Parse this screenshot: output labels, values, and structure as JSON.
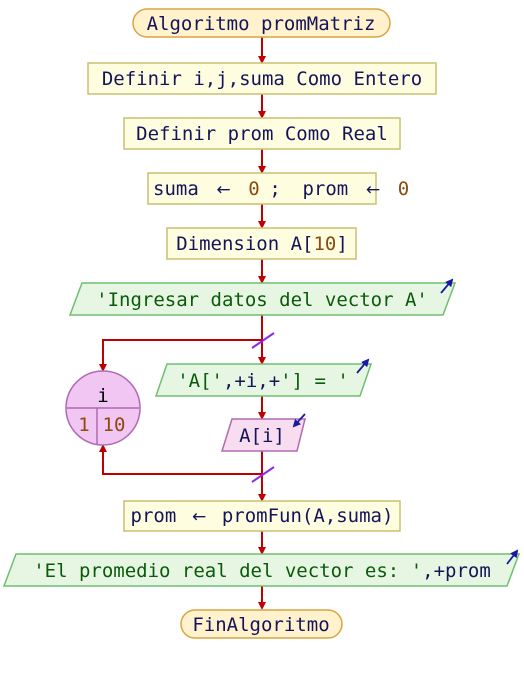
{
  "colors": {
    "flow_line": "#c00000",
    "terminal_fill": "#fff2cc",
    "terminal_stroke": "#d9a441",
    "process_fill": "#fffde0",
    "process_stroke": "#c8c070",
    "output_fill": "#e6f6e2",
    "output_stroke": "#6fbf6f",
    "input_fill": "#f8dcf0",
    "input_stroke": "#b06ab0",
    "loop_fill": "#f2c6f2",
    "loop_stroke": "#b06ab0",
    "io_arrow": "#1a1aa0",
    "cross_tick": "#8a2be2"
  },
  "flowchart": {
    "start": "Algoritmo promMatriz",
    "define_ints": "Definir i,j,suma Como Entero",
    "define_real": "Definir prom Como Real",
    "assign": {
      "var1": "suma",
      "arrow1": "←",
      "val1": "0",
      "sep": ";",
      "var2": "prom",
      "arrow2": "←",
      "val2": "0"
    },
    "dimension": {
      "prefix": "Dimension A[",
      "size": "10",
      "suffix": "]"
    },
    "output1": "'Ingresar datos del vector A'",
    "loop": {
      "variable": "i",
      "start": "1",
      "end": "10"
    },
    "output2": {
      "str1": "'A['",
      "mid": ",+i,+",
      "str2": "'] = '"
    },
    "input": "A[i]",
    "assign_prom": {
      "var": "prom",
      "arrow": "←",
      "expr": "promFun(A,suma)"
    },
    "output3": {
      "str": "'El promedio real del vector es: '",
      "rest": ",+prom"
    },
    "end": "FinAlgoritmo"
  }
}
